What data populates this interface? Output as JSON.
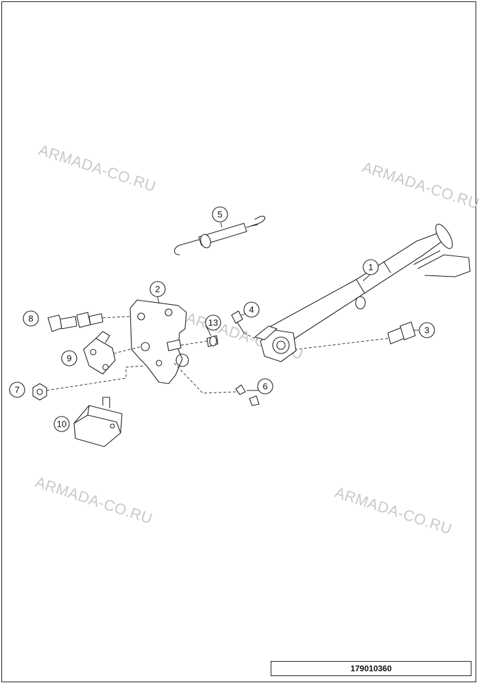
{
  "watermarks": [
    "ARMADA-CO.RU",
    "ARMADA-CO.RU",
    "ARMADA-CO.RU",
    "ARMADA-CO.RU",
    "ARMADA-CO.RU"
  ],
  "callouts": [
    "1",
    "2",
    "3",
    "4",
    "5",
    "6",
    "7",
    "8",
    "9",
    "10",
    "13"
  ],
  "drawing_number": "179010360"
}
